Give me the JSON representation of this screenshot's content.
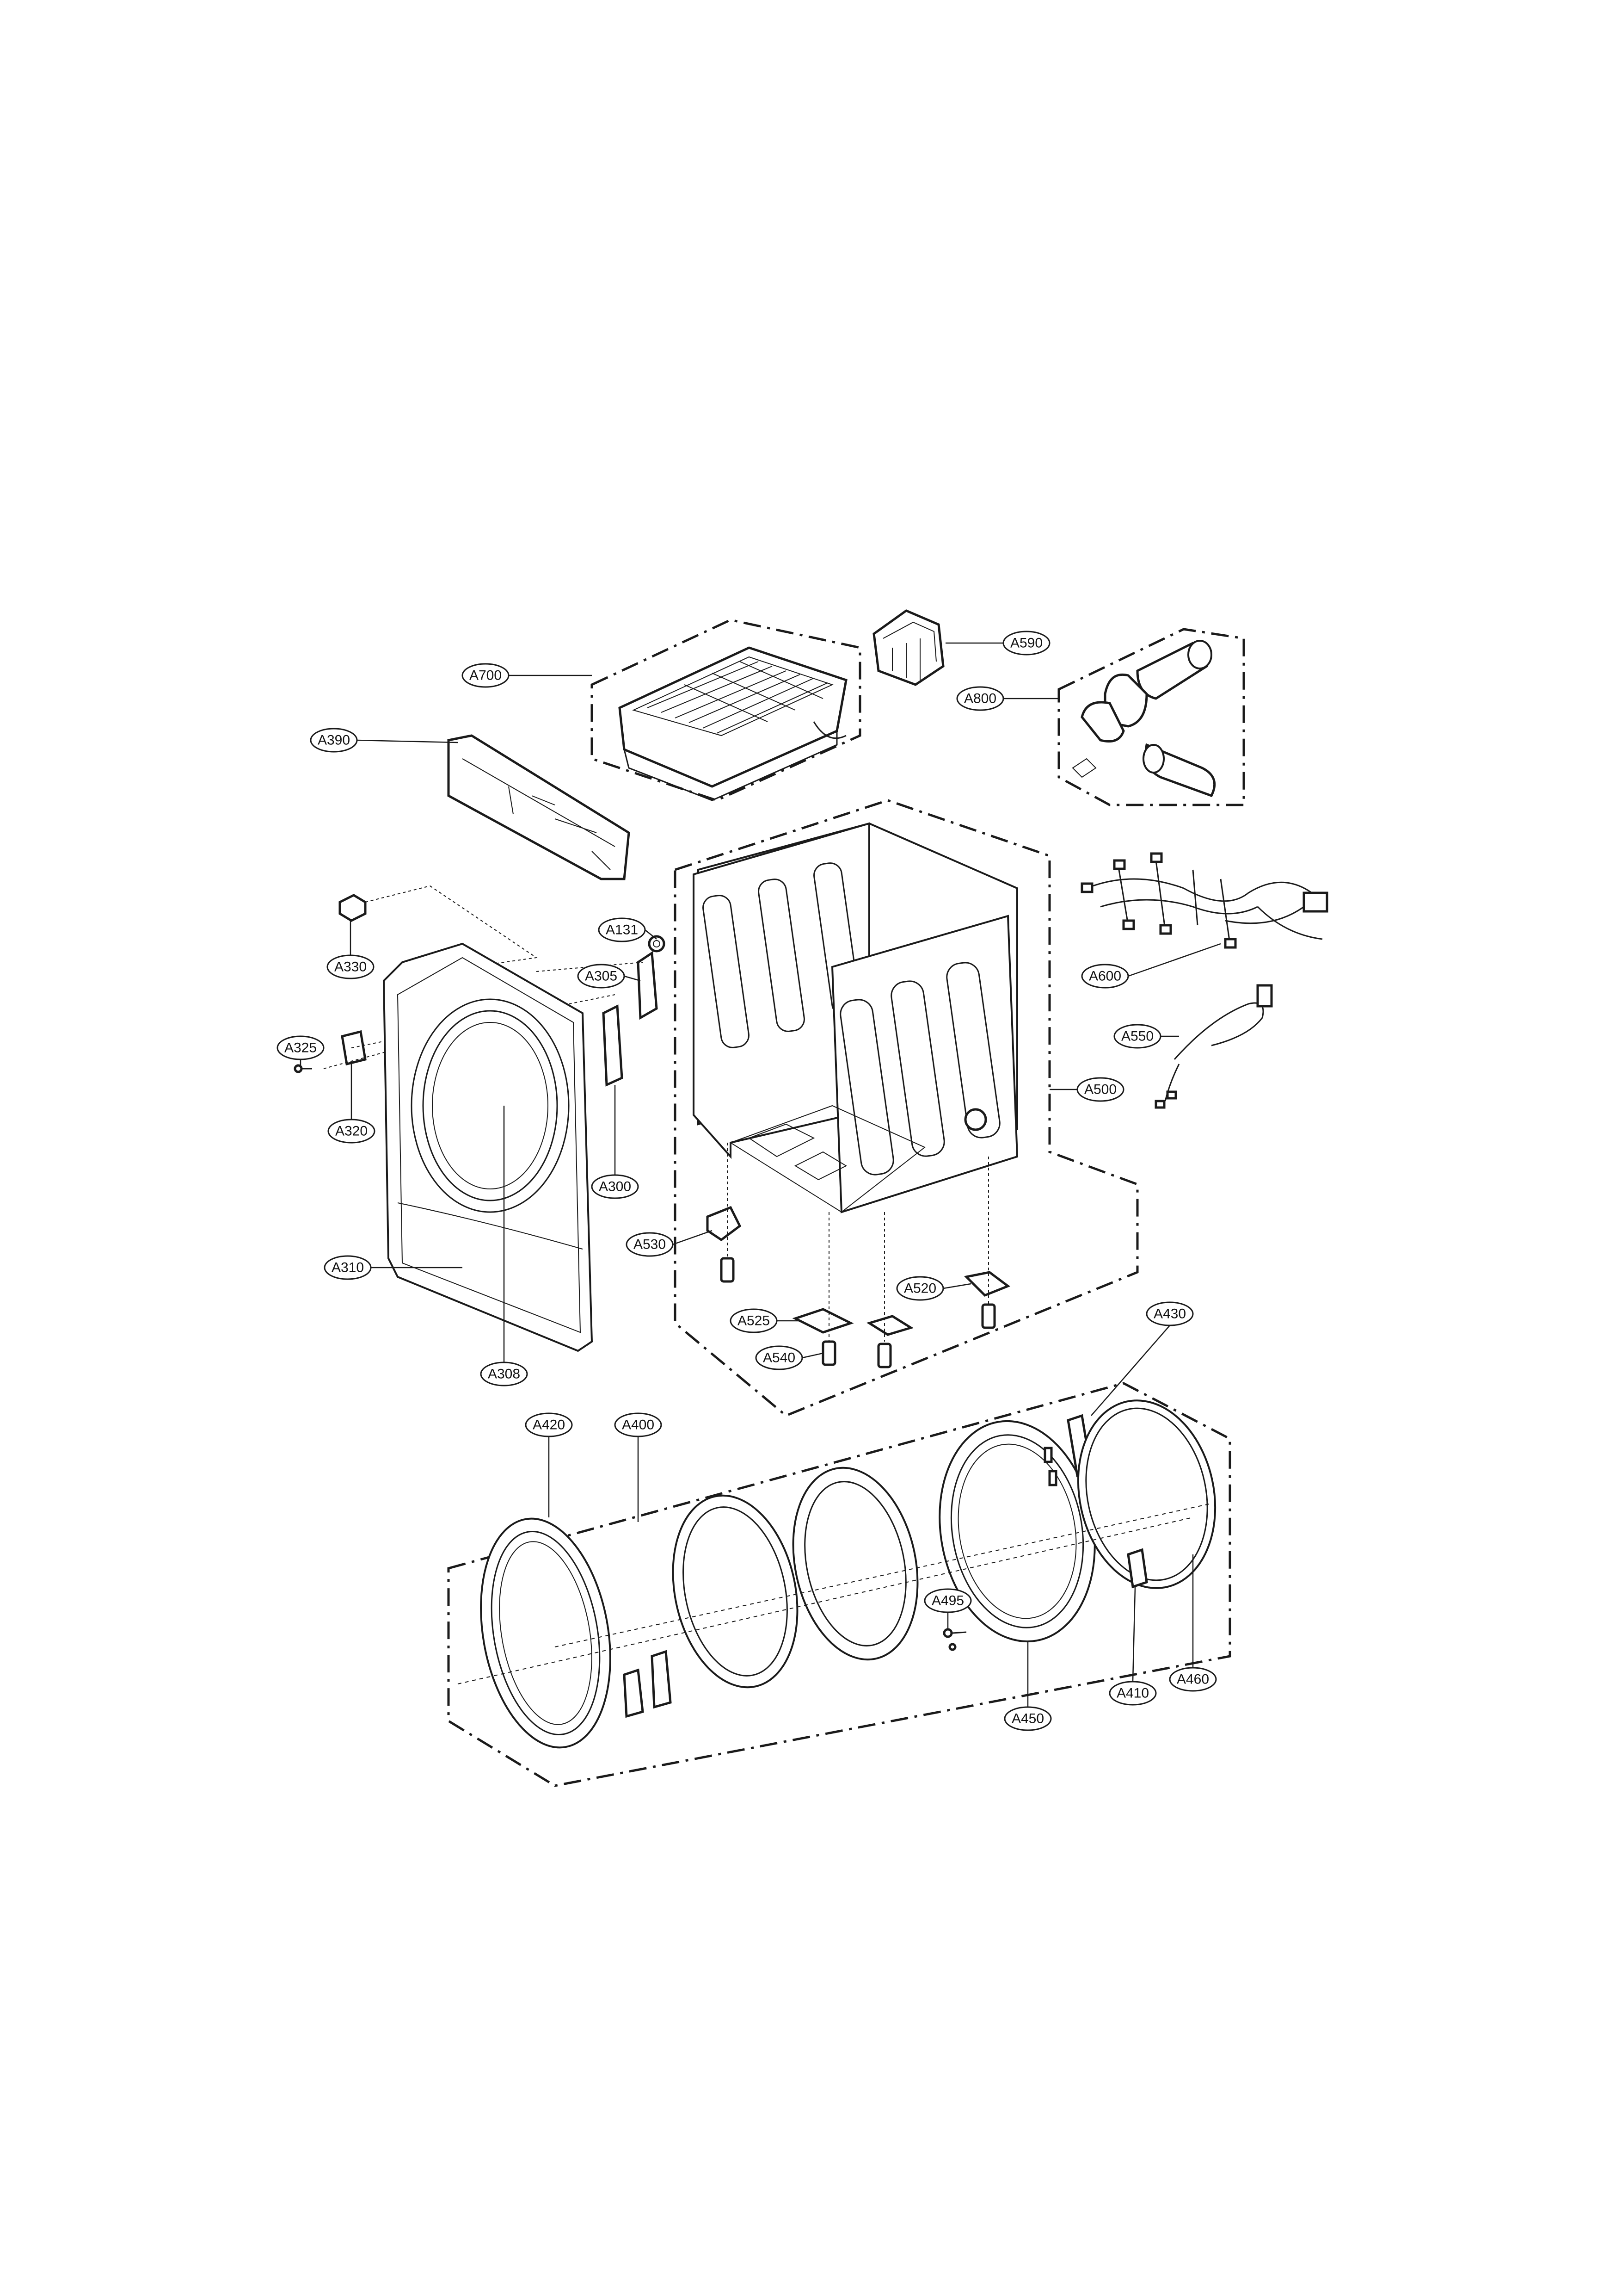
{
  "labels": {
    "a700": "A700",
    "a390": "A390",
    "a590": "A590",
    "a800": "A800",
    "a131": "A131",
    "a305": "A305",
    "a330": "A330",
    "a325": "A325",
    "a320": "A320",
    "a300": "A300",
    "a310": "A310",
    "a308": "A308",
    "a600": "A600",
    "a550": "A550",
    "a500": "A500",
    "a530": "A530",
    "a520": "A520",
    "a525": "A525",
    "a540": "A540",
    "a430": "A430",
    "a420": "A420",
    "a400": "A400",
    "a495": "A495",
    "a410": "A410",
    "a460": "A460",
    "a450": "A450"
  }
}
